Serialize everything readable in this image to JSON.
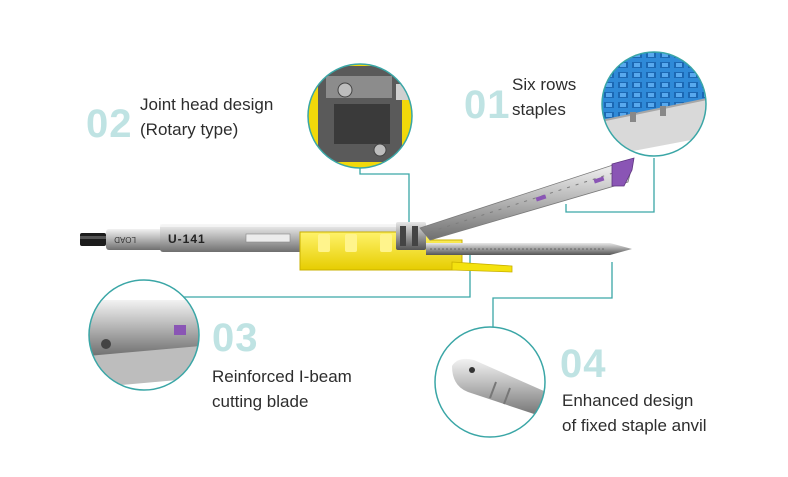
{
  "features": [
    {
      "number": "01",
      "lines": [
        "Six rows",
        "staples"
      ]
    },
    {
      "number": "02",
      "lines": [
        "Joint head design",
        "(Rotary type)"
      ]
    },
    {
      "number": "03",
      "lines": [
        "Reinforced I-beam",
        "cutting blade"
      ]
    },
    {
      "number": "04",
      "lines": [
        "Enhanced design",
        "of fixed staple anvil"
      ]
    }
  ],
  "device": {
    "handle_print": "LOAD",
    "shaft_print": "U-141"
  },
  "colors": {
    "callout_line": "#3aa6a6",
    "number_tint": "#bfe3e3",
    "cartridge_yellow": "#f4e20e",
    "staple_blue": "#2f8ad8",
    "tip_purple": "#8a55b5"
  }
}
